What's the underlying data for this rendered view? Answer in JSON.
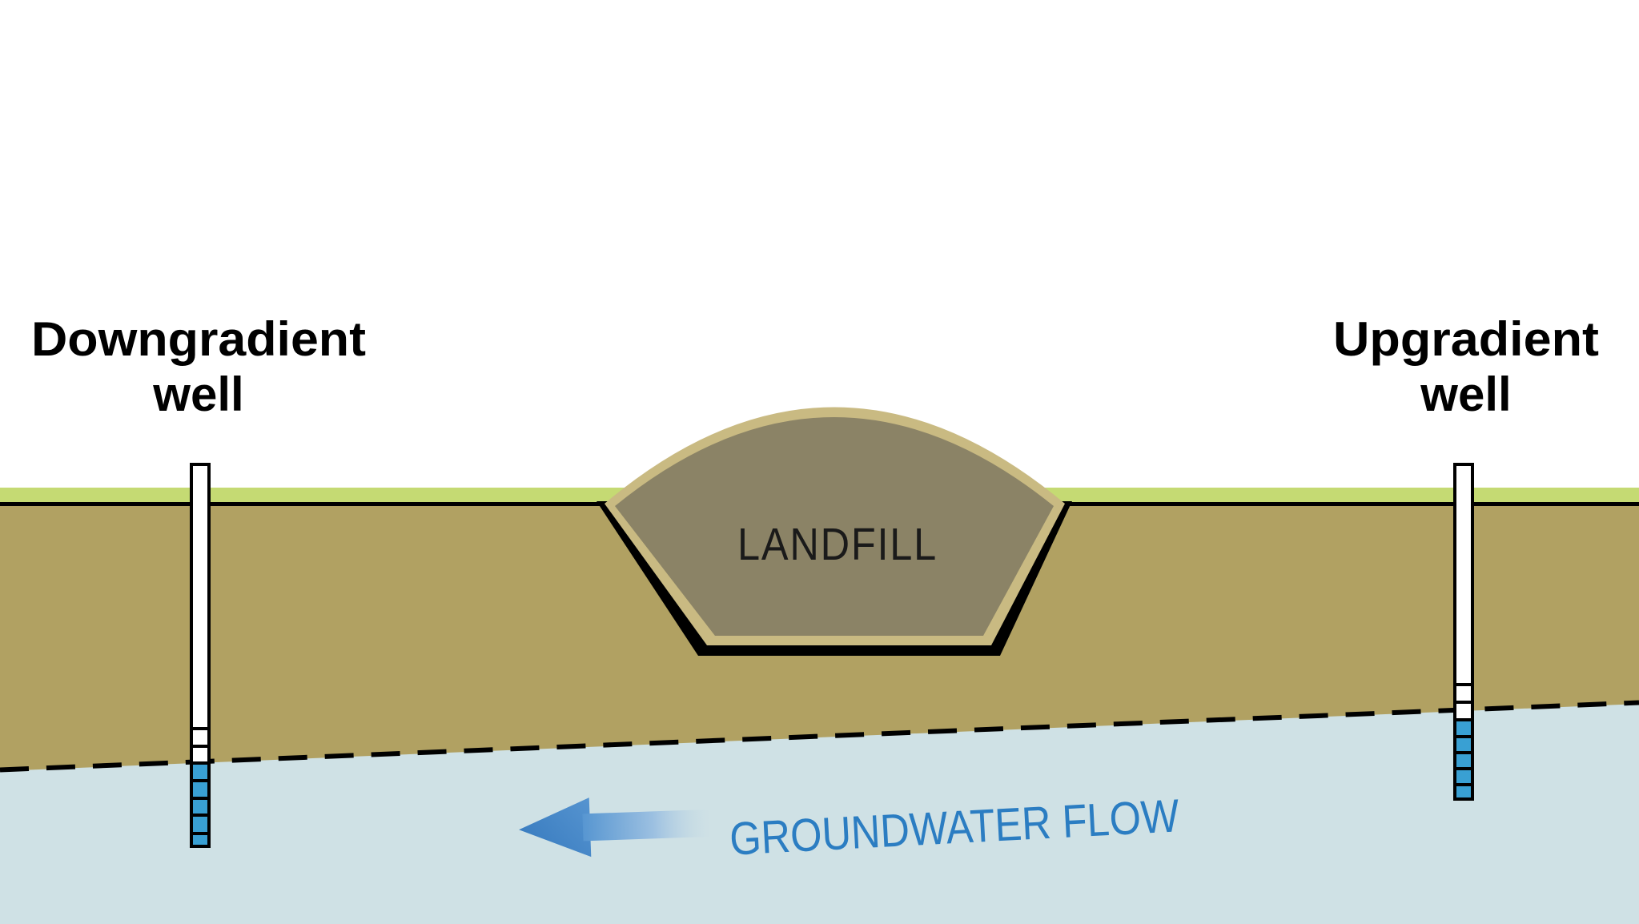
{
  "labels": {
    "downgradient_well": {
      "line1": "Downgradient",
      "line2": "well"
    },
    "upgradient_well": {
      "line1": "Upgradient",
      "line2": "well"
    },
    "landfill": "LANDFILL",
    "groundwater_flow": "GROUNDWATER FLOW"
  },
  "colors": {
    "sky": "#ffffff",
    "grass": "#c5da73",
    "soil": "#b1a162",
    "surface_line": "#000000",
    "water": "#cfe1e5",
    "water_table_line": "#000000",
    "landfill_waste_fill": "#8b8366",
    "landfill_liner_tan": "#c9ba82",
    "landfill_liner_black": "#000000",
    "well_casing_fill": "#ffffff",
    "well_border": "#000000",
    "well_screen_water": "#39a0d3",
    "landfill_text": "#1a1a1a",
    "flow_text": "#2b7dc2",
    "arrow_head_dark": "#3478bd",
    "arrow_head_light": "#5694d0",
    "arrow_shaft_start": "#5796d1",
    "arrow_shaft_mid": "#9cc0e1",
    "arrow_shaft_end": "#cfe1e5"
  }
}
